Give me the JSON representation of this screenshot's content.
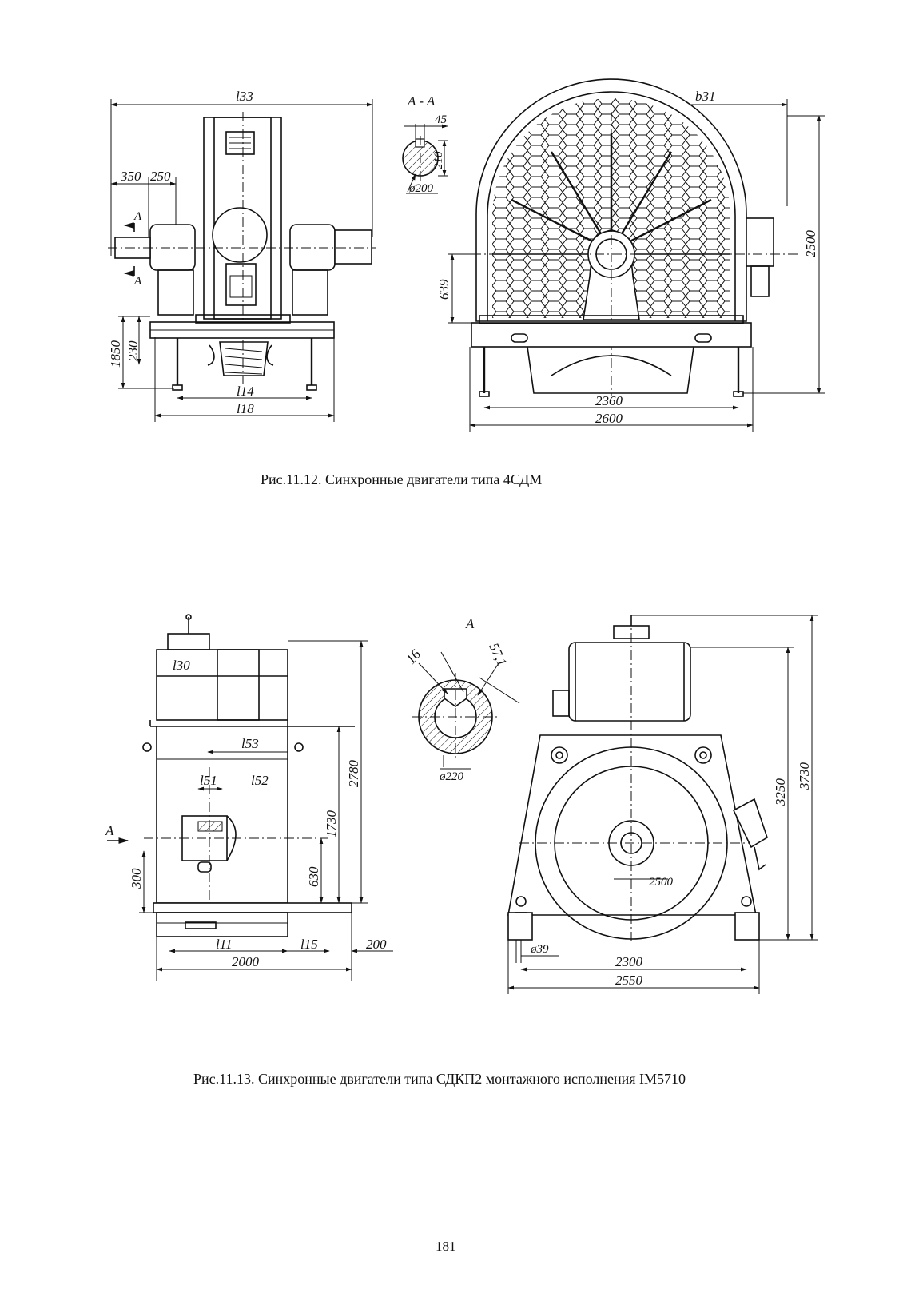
{
  "figures": [
    {
      "caption": "Рис.11.12. Синхронные двигатели типа 4СДМ",
      "labels": {
        "l33": "l33",
        "b31": "b31",
        "l14": "l14",
        "l18": "l18",
        "section": "A - A",
        "section_a_top": "A",
        "section_a_bottom": "A",
        "d_350": "350",
        "d_250": "250",
        "d_1850": "1850",
        "d_230": "230",
        "d_45": "45",
        "d_210": "210",
        "d_200": "ø200",
        "d_639": "639",
        "d_2500": "2500",
        "d_2360": "2360",
        "d_2600": "2600"
      }
    },
    {
      "caption": "Рис.11.13. Синхронные двигатели типа СДКП2 монтажного исполнения IM5710",
      "labels": {
        "l30": "l30",
        "l53": "l53",
        "l51": "l51",
        "l52": "l52",
        "l11": "l11",
        "l15": "l15",
        "view_a_left": "A",
        "view_a_top": "A",
        "d_16": "16",
        "d_57_1": "57,1",
        "d_220": "ø220",
        "d_2780": "2780",
        "d_1730": "1730",
        "d_630": "630",
        "d_300": "300",
        "d_200": "200",
        "d_2000": "2000",
        "d_3250": "3250",
        "d_3730": "3730",
        "d_2500": "2500",
        "d_39": "ø39",
        "d_2300": "2300",
        "d_2550": "2550"
      }
    }
  ],
  "page_number": "181"
}
